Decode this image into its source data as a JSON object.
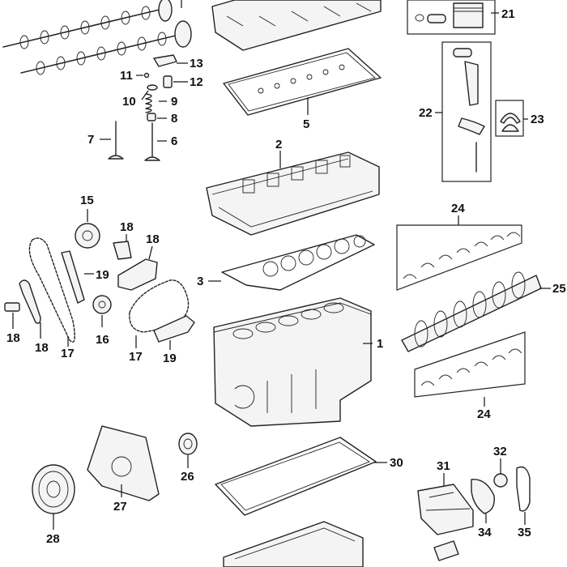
{
  "callouts": [
    {
      "id": "c1",
      "text": "1"
    },
    {
      "id": "c2",
      "text": "2"
    },
    {
      "id": "c3",
      "text": "3"
    },
    {
      "id": "c5",
      "text": "5"
    },
    {
      "id": "c6",
      "text": "6"
    },
    {
      "id": "c7",
      "text": "7"
    },
    {
      "id": "c8",
      "text": "8"
    },
    {
      "id": "c9",
      "text": "9"
    },
    {
      "id": "c10",
      "text": "10"
    },
    {
      "id": "c11",
      "text": "11"
    },
    {
      "id": "c12",
      "text": "12"
    },
    {
      "id": "c13",
      "text": "13"
    },
    {
      "id": "c15",
      "text": "15"
    },
    {
      "id": "c16",
      "text": "16"
    },
    {
      "id": "c17a",
      "text": "17"
    },
    {
      "id": "c17b",
      "text": "17"
    },
    {
      "id": "c18a",
      "text": "18"
    },
    {
      "id": "c18b",
      "text": "18"
    },
    {
      "id": "c18c",
      "text": "18"
    },
    {
      "id": "c18d",
      "text": "18"
    },
    {
      "id": "c19a",
      "text": "19"
    },
    {
      "id": "c19b",
      "text": "19"
    },
    {
      "id": "c21",
      "text": "21"
    },
    {
      "id": "c22",
      "text": "22"
    },
    {
      "id": "c23",
      "text": "23"
    },
    {
      "id": "c24a",
      "text": "24"
    },
    {
      "id": "c24b",
      "text": "24"
    },
    {
      "id": "c25",
      "text": "25"
    },
    {
      "id": "c26",
      "text": "26"
    },
    {
      "id": "c27",
      "text": "27"
    },
    {
      "id": "c28",
      "text": "28"
    },
    {
      "id": "c30",
      "text": "30"
    },
    {
      "id": "c31",
      "text": "31"
    },
    {
      "id": "c32",
      "text": "32"
    },
    {
      "id": "c34",
      "text": "34"
    },
    {
      "id": "c35",
      "text": "35"
    }
  ]
}
